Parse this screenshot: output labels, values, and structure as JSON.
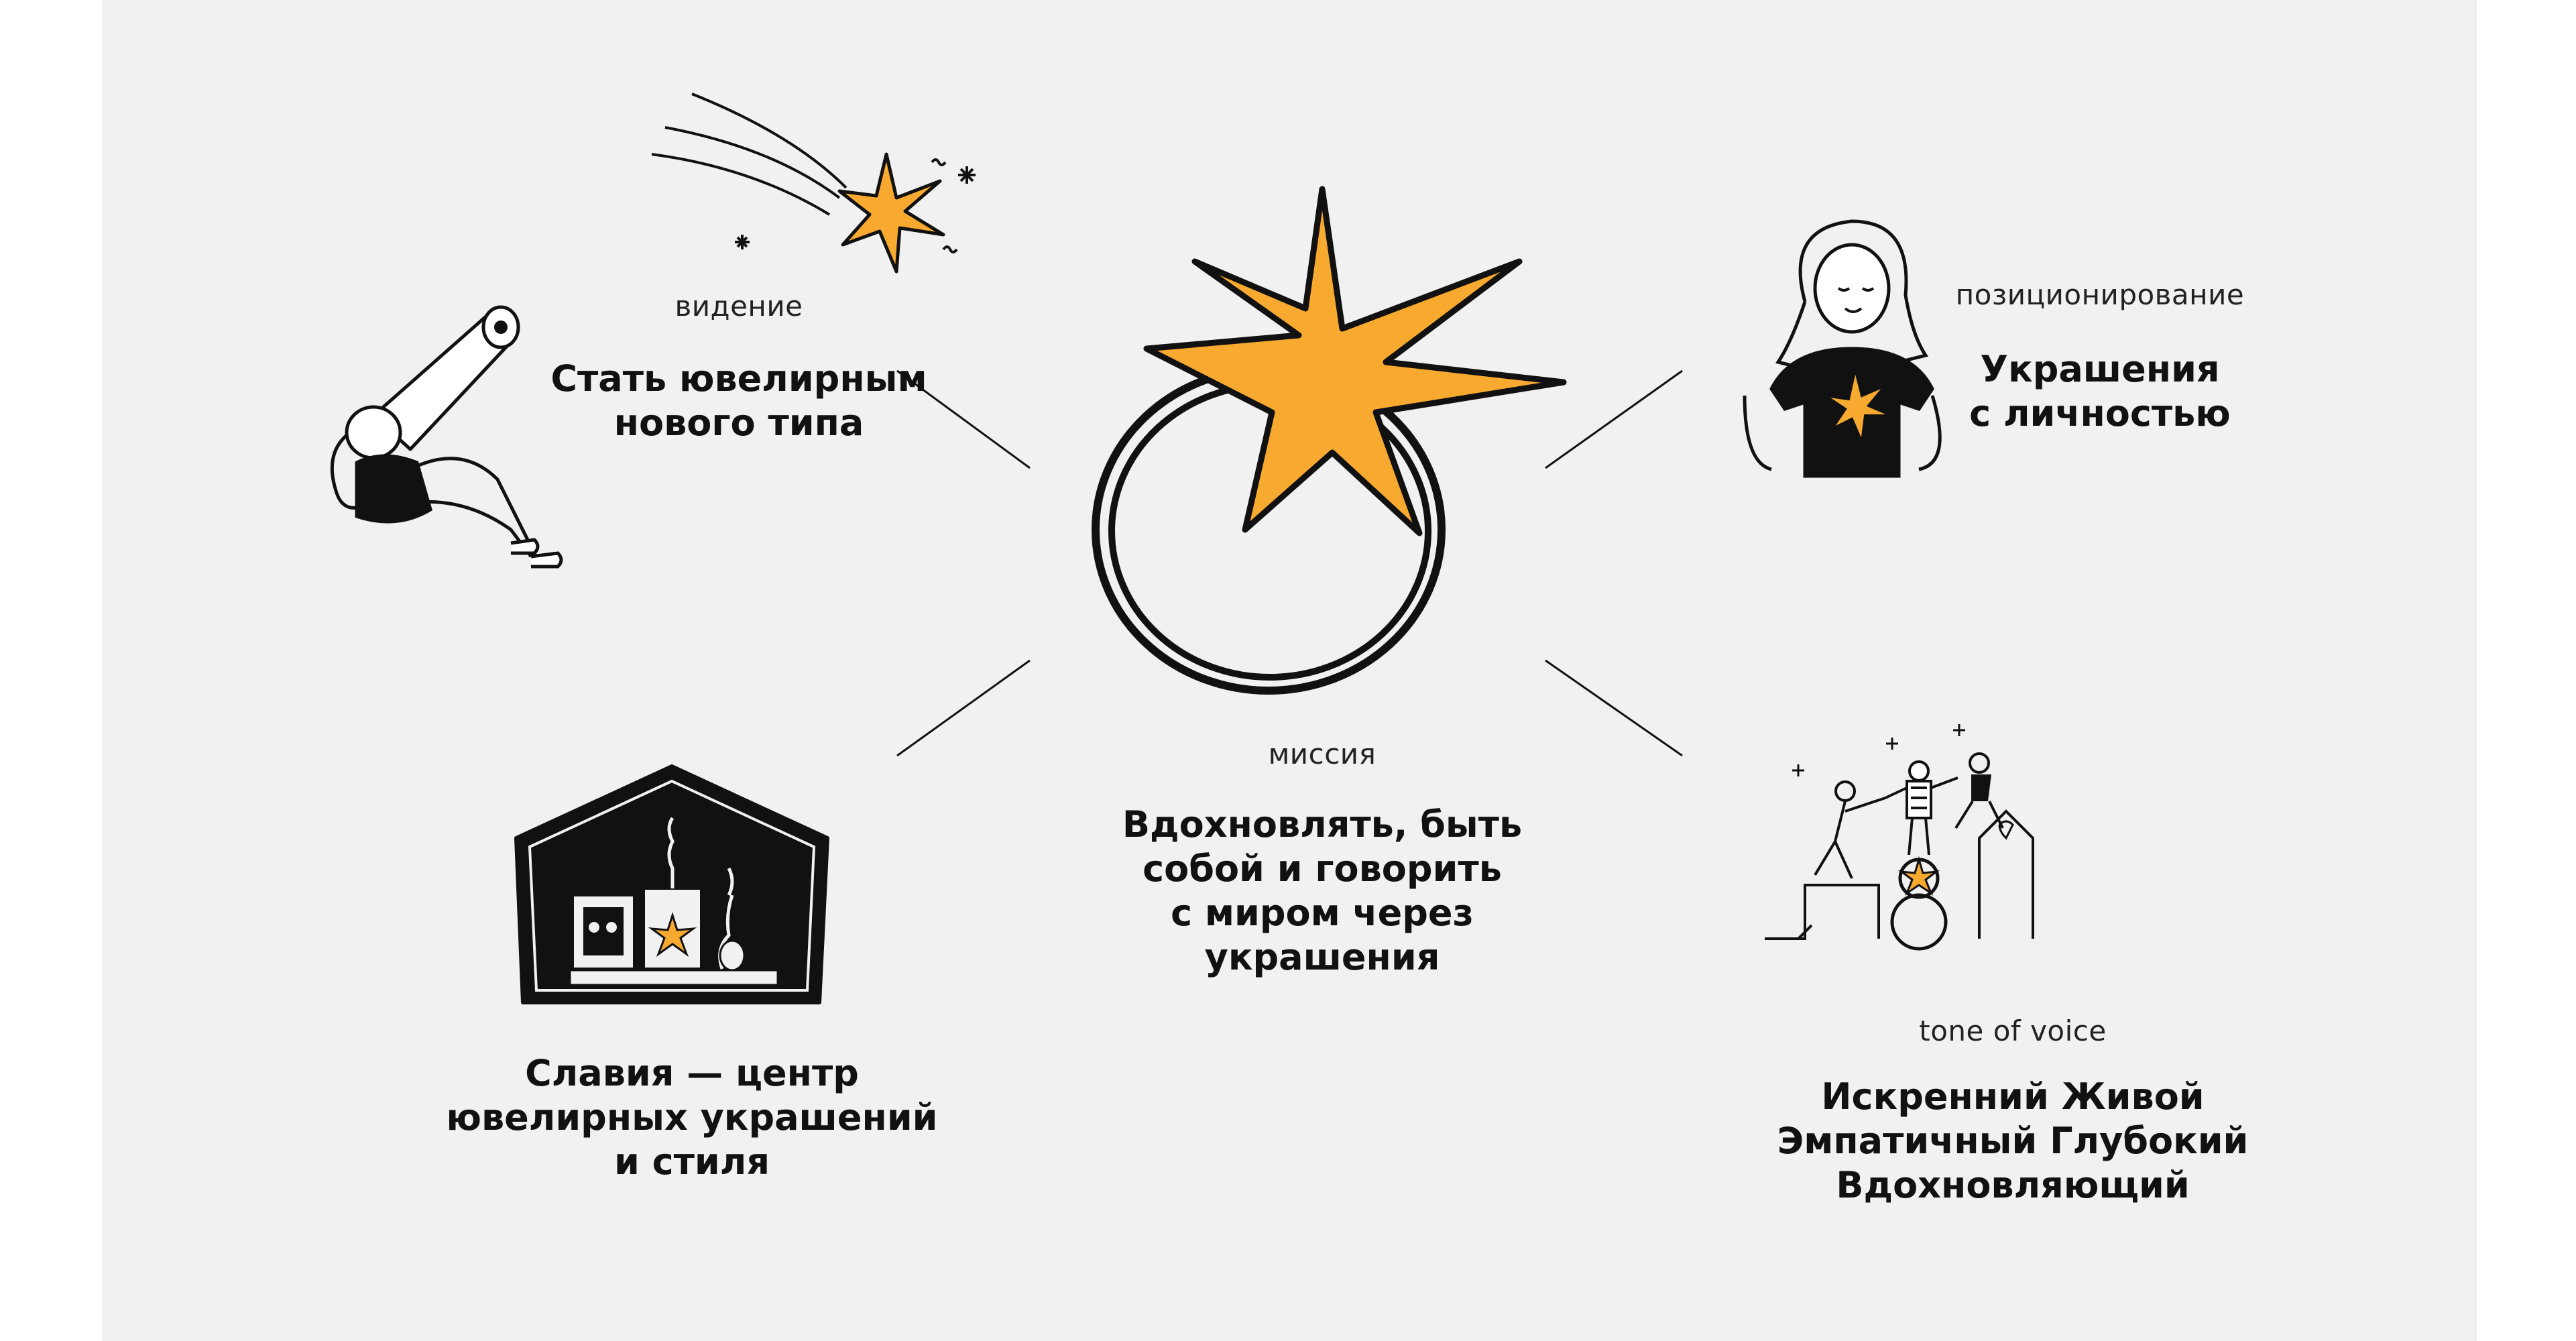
{
  "colors": {
    "background": "#f1f1f1",
    "page": "#ffffff",
    "accent_star": "#f7a930",
    "ink": "#111111"
  },
  "vision": {
    "label": "видение",
    "headline": [
      "Стать ювелирным",
      "нового типа"
    ]
  },
  "positioning": {
    "label": "позиционирование",
    "headline": [
      "Украшения",
      "с личностью"
    ]
  },
  "mission": {
    "label": "миссия",
    "headline": [
      "Вдохновлять, быть",
      "собой и говорить",
      "с миром через",
      "украшения"
    ]
  },
  "brand_idea": {
    "headline": [
      "Славия — центр",
      "ювелирных украшений",
      "и стиля"
    ]
  },
  "tone_of_voice": {
    "label": "tone of voice",
    "headline": [
      "Искренний Живой",
      "Эмпатичный Глубокий",
      "Вдохновляющий"
    ]
  },
  "icons": {
    "center": "ring-with-star-icon",
    "vision": "girl-with-telescope-icon",
    "shooting_star": "shooting-star-icon",
    "positioning": "woman-holding-star-icon",
    "brand_idea": "house-with-shelf-icon",
    "tone": "people-holding-hands-icon"
  }
}
